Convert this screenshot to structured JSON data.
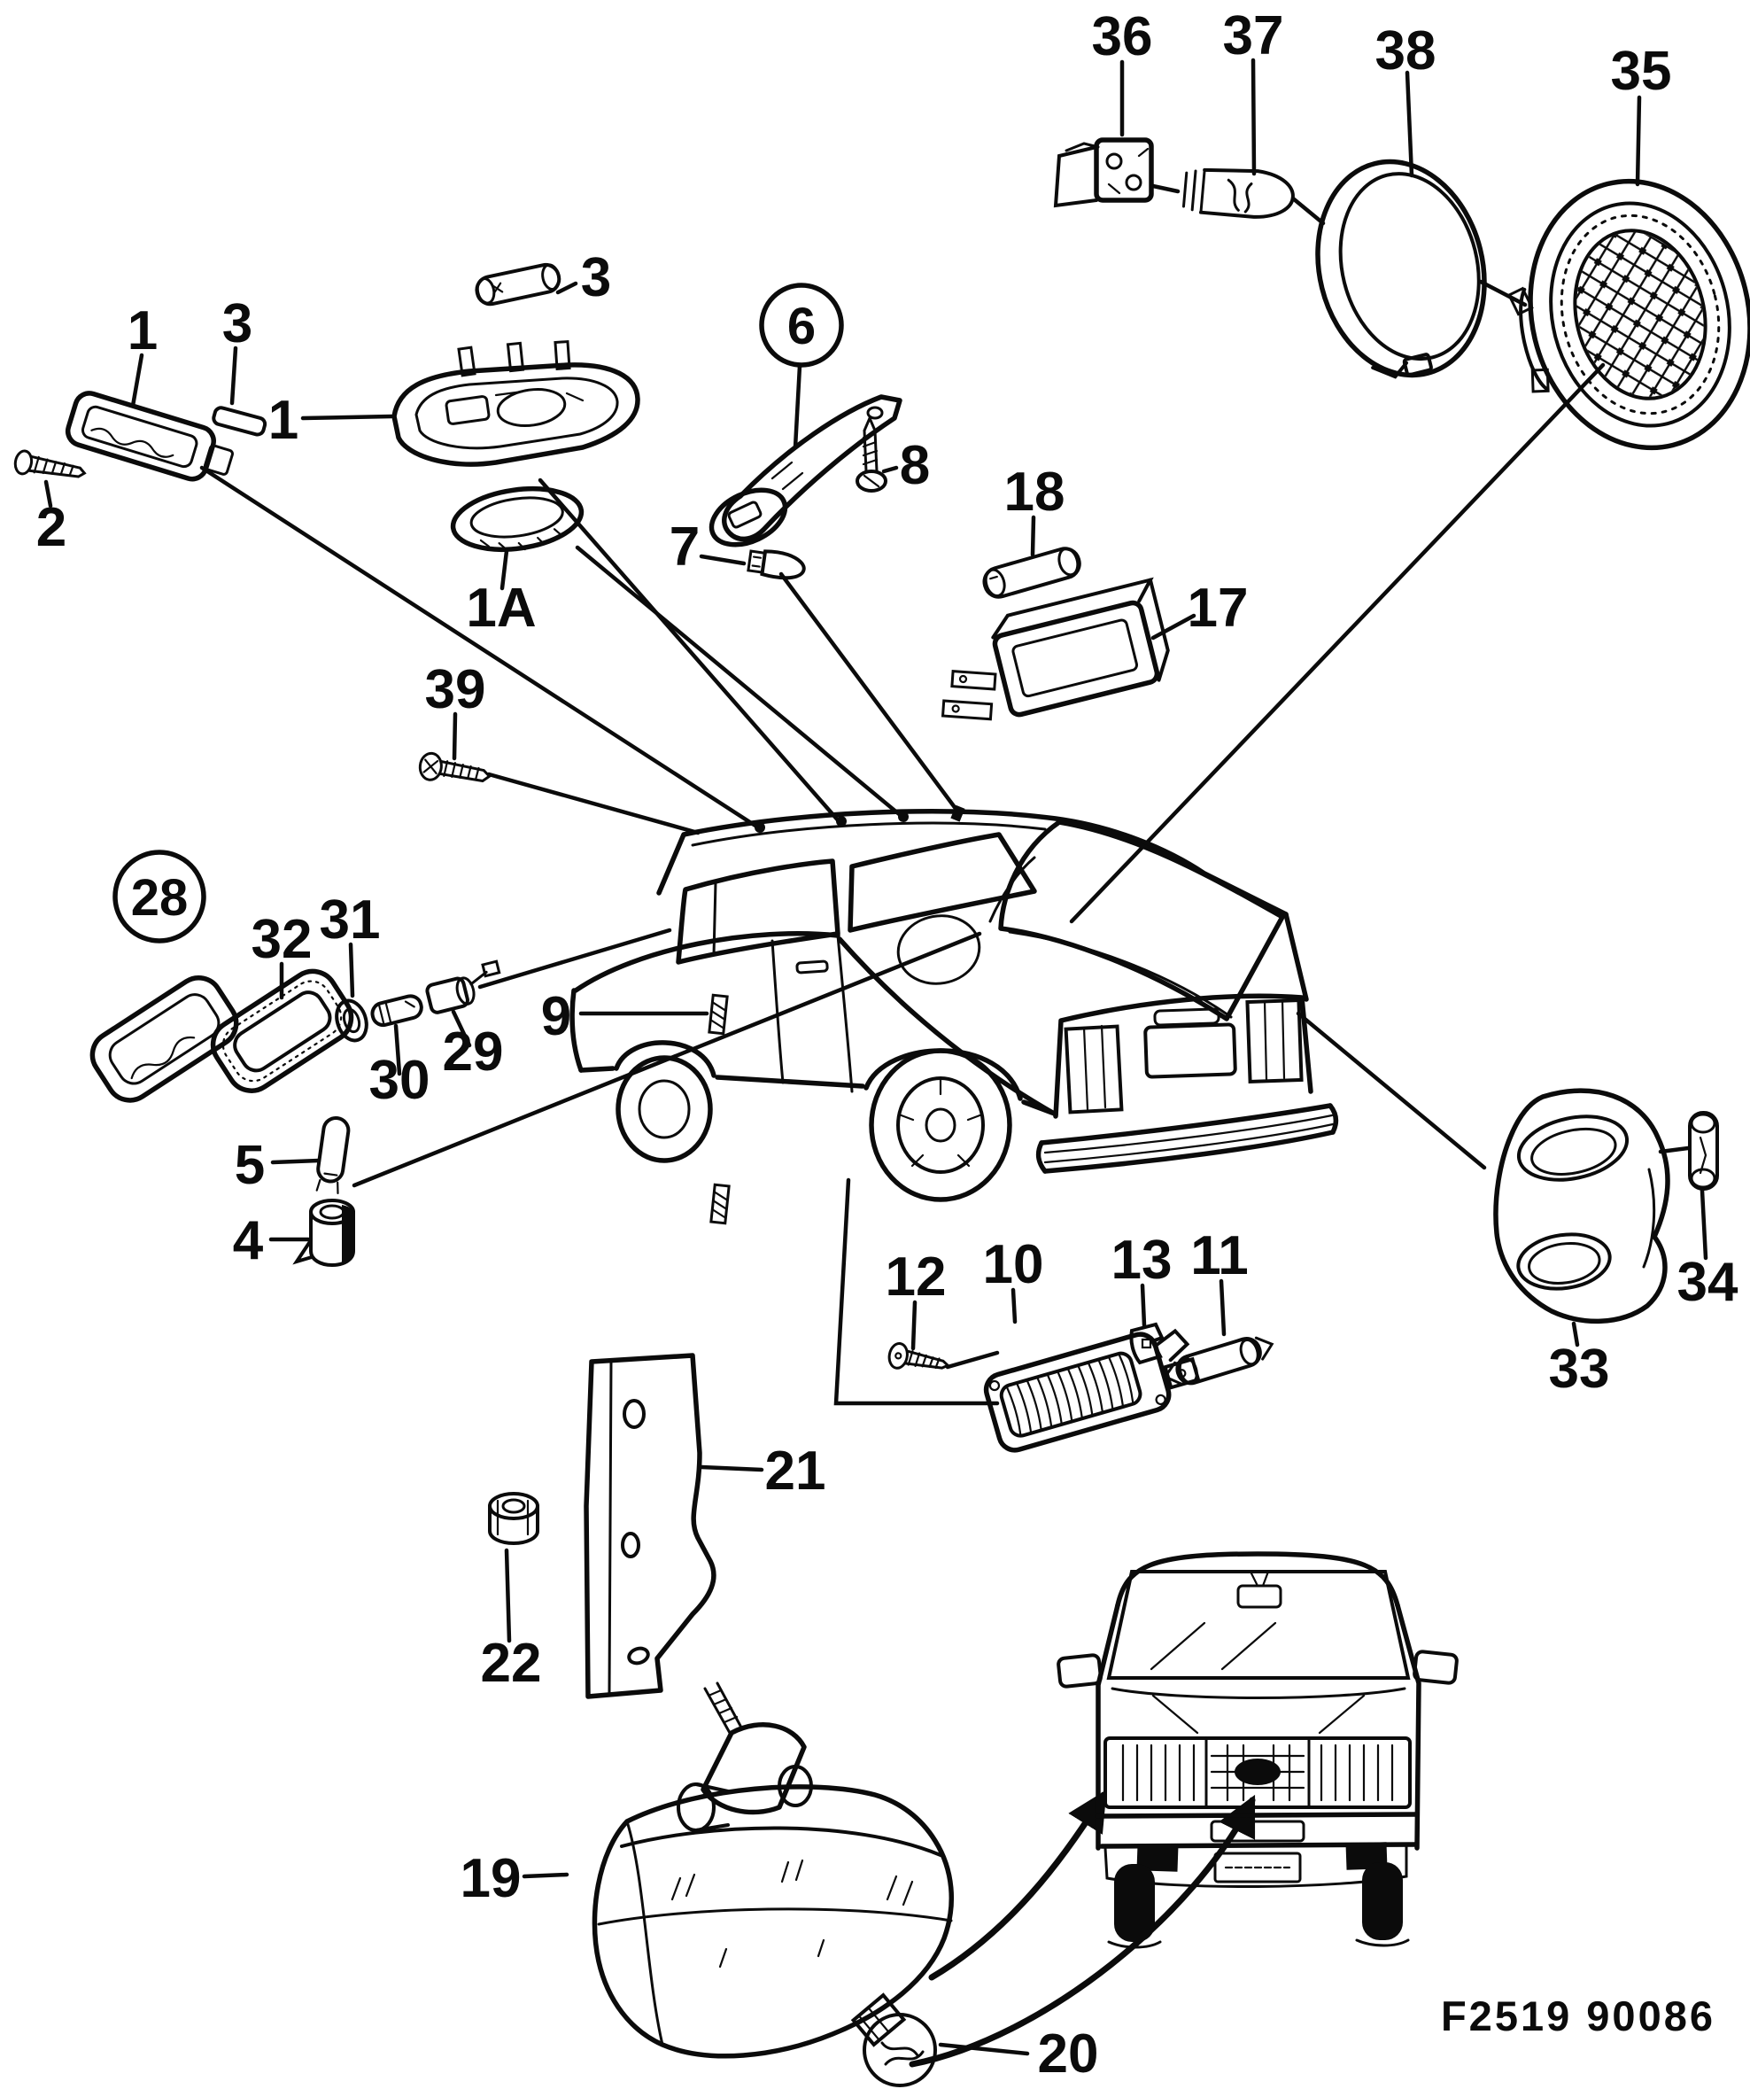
{
  "drawing_number": "F2519 90086",
  "callouts": {
    "n1_lens": "1",
    "n3_strip": "3",
    "n2_screw": "2",
    "n1_housing": "1",
    "n3_festoon": "3",
    "n1a_gasket": "1A",
    "n6_handle": "6",
    "n7_bulb": "7",
    "n8_screw": "8",
    "n18_bulb": "18",
    "n17_lamp": "17",
    "n36_socket": "36",
    "n37_bulb": "37",
    "n38_ring": "38",
    "n35_lamp": "35",
    "n39_screw": "39",
    "n28_group": "28",
    "n32_gasket": "32",
    "n31_oring": "31",
    "n30_bulb": "30",
    "n29_socket": "29",
    "n9_marker": "9",
    "n5_bulb": "5",
    "n4_socket": "4",
    "n12_screw": "12",
    "n10_lamp": "10",
    "n13_clip": "13",
    "n11_bulb": "11",
    "n33_cover": "33",
    "n34_bulb": "34",
    "n21_bracket": "21",
    "n22_nut": "22",
    "n19_foglamp": "19",
    "n20_bulb": "20"
  }
}
